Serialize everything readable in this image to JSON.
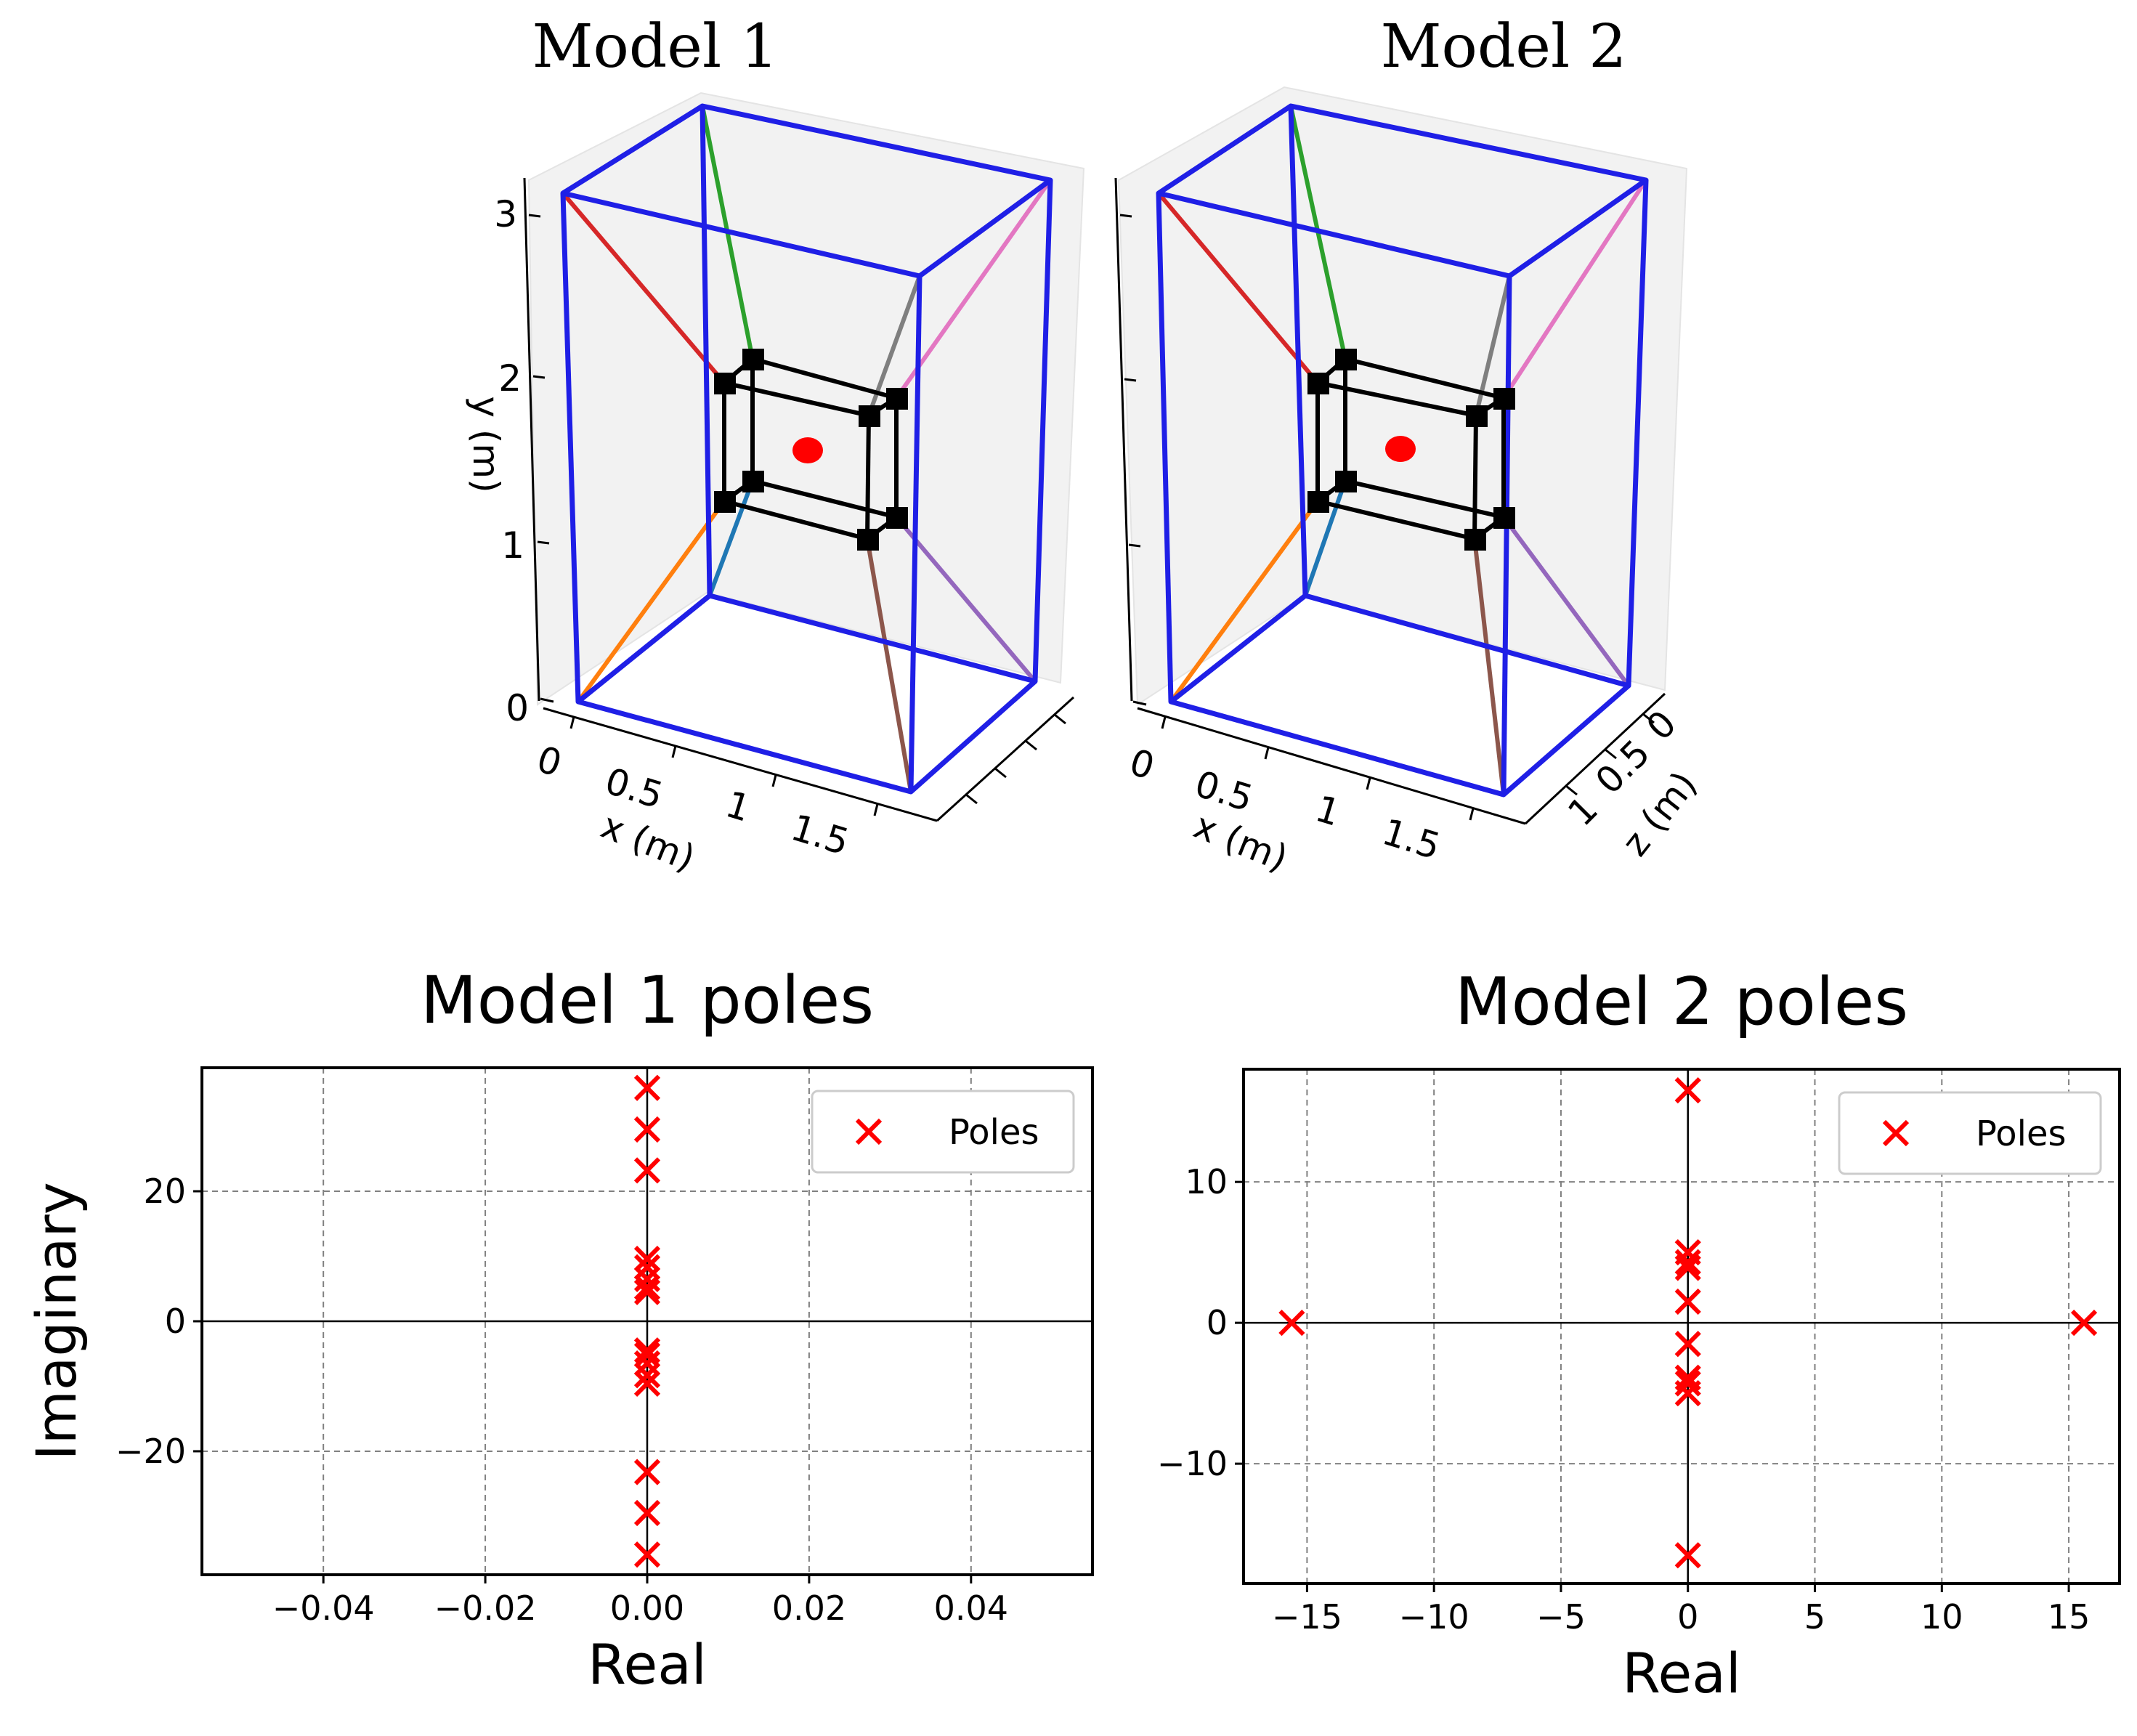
{
  "colors": {
    "frame": "#1f1fe6",
    "inner_box": "#000000",
    "center": "#ff0000",
    "pole": "#ff0000",
    "cable_tab": [
      "#d62728",
      "#2ca02c",
      "#7f7f7f",
      "#e377c2",
      "#ff7f0e",
      "#1f77b4",
      "#8c564b",
      "#9467bd"
    ],
    "grid": "#808080",
    "pane": "#f2f2f2"
  },
  "models3d": [
    {
      "title": "Model 1",
      "x_label": "x (m)",
      "y_label": "y (m)",
      "x_ticks": [
        "0",
        "0.5",
        "1",
        "1.5"
      ],
      "y_ticks": [
        "0",
        "1",
        "2",
        "3"
      ],
      "z_label": "",
      "z_ticks": []
    },
    {
      "title": "Model 2",
      "x_label": "x (m)",
      "y_label": "",
      "x_ticks": [
        "0",
        "0.5",
        "1",
        "1.5"
      ],
      "y_ticks": [],
      "z_label": "z (m)",
      "z_ticks": [
        "0",
        "0.5",
        "1"
      ]
    }
  ],
  "chart_data": [
    {
      "type": "scatter",
      "title": "Model 1 poles",
      "xlabel": "Real",
      "ylabel": "Imaginary",
      "xlim": [
        -0.055,
        0.055
      ],
      "ylim": [
        -39,
        39
      ],
      "x_ticks": [
        -0.04,
        -0.02,
        0.0,
        0.02,
        0.04
      ],
      "x_tick_labels": [
        "−0.04",
        "−0.02",
        "0.00",
        "0.02",
        "0.04"
      ],
      "y_ticks": [
        -20,
        0,
        20
      ],
      "y_tick_labels": [
        "−20",
        "0",
        "20"
      ],
      "grid": true,
      "legend": "top-right",
      "series": [
        {
          "name": "Poles",
          "marker": "x",
          "x": [
            0,
            0,
            0,
            0,
            0,
            0,
            0,
            0,
            0,
            0,
            0,
            0,
            0,
            0,
            0,
            0
          ],
          "y": [
            35.9,
            29.5,
            23.2,
            9.6,
            8.3,
            6.5,
            5.2,
            -5.2,
            -6.5,
            -8.3,
            -9.6,
            -23.2,
            -29.5,
            -35.9,
            -4.5,
            4.5
          ]
        }
      ]
    },
    {
      "type": "scatter",
      "title": "Model 2 poles",
      "xlabel": "Real",
      "ylabel": "",
      "xlim": [
        -17.5,
        17
      ],
      "ylim": [
        -18.5,
        18
      ],
      "x_ticks": [
        -15,
        -10,
        -5,
        0,
        5,
        10,
        15
      ],
      "x_tick_labels": [
        "−15",
        "−10",
        "−5",
        "0",
        "5",
        "10",
        "15"
      ],
      "y_ticks": [
        -10,
        0,
        10
      ],
      "y_tick_labels": [
        "−10",
        "0",
        "10"
      ],
      "grid": true,
      "legend": "top-right",
      "series": [
        {
          "name": "Poles",
          "marker": "x",
          "x": [
            -15.6,
            15.6,
            0,
            0,
            0,
            0,
            0,
            0,
            0,
            0,
            0,
            0
          ],
          "y": [
            0,
            0,
            16.5,
            5.0,
            4.3,
            3.9,
            1.5,
            -1.5,
            -3.9,
            -4.3,
            -5.0,
            -16.5
          ]
        }
      ]
    }
  ]
}
